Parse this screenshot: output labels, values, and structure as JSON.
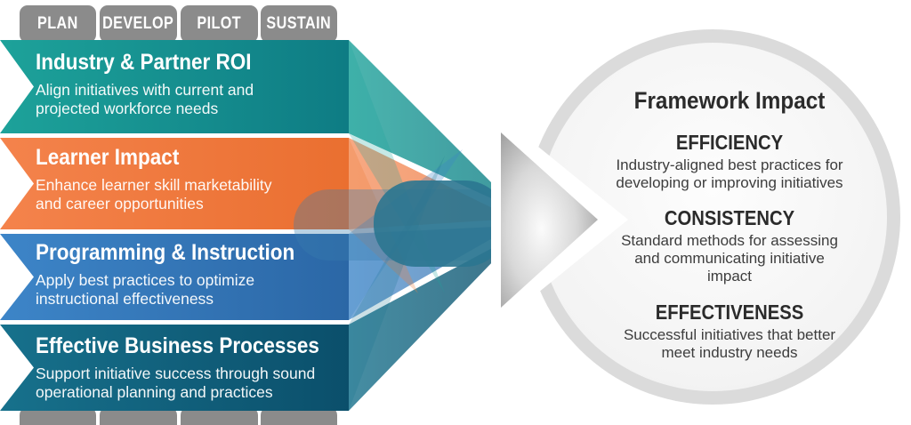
{
  "phases": [
    "PLAN",
    "DEVELOP",
    "PILOT",
    "SUSTAIN"
  ],
  "bands": [
    {
      "title": "Industry & Partner ROI",
      "desc_lines": [
        "Align initiatives with current and",
        "projected workforce needs"
      ],
      "color": "#1b9e96"
    },
    {
      "title": "Learner Impact",
      "desc_lines": [
        "Enhance learner skill marketability",
        "and career opportunities"
      ],
      "color": "#f07a3c"
    },
    {
      "title": "Programming & Instruction",
      "desc_lines": [
        "Apply best practices to optimize",
        "instructional effectiveness"
      ],
      "color": "#3380c6"
    },
    {
      "title": "Effective Business Processes",
      "desc_lines": [
        "Support initiative success through sound",
        "operational planning and practices"
      ],
      "color": "#156a85"
    }
  ],
  "impact": {
    "title": "Framework Impact",
    "items": [
      {
        "heading": "EFFICIENCY",
        "desc_lines": [
          "Industry-aligned best practices for",
          "developing or improving initiatives"
        ]
      },
      {
        "heading": "CONSISTENCY",
        "desc_lines": [
          "Standard methods for assessing",
          "and communicating initiative",
          "impact"
        ]
      },
      {
        "heading": "EFFECTIVENESS",
        "desc_lines": [
          "Successful initiatives that better",
          "meet industry needs"
        ]
      }
    ]
  },
  "colors": {
    "tab_gray": "#8b8b8b",
    "teal": "#1b9e96",
    "orange": "#f07a3c",
    "blue": "#3380c6",
    "dark_teal": "#156a85",
    "arrow_gray": "#8b8b8b",
    "circle_ring": "#dbdbdb",
    "heading_text": "#2b2b2b"
  }
}
